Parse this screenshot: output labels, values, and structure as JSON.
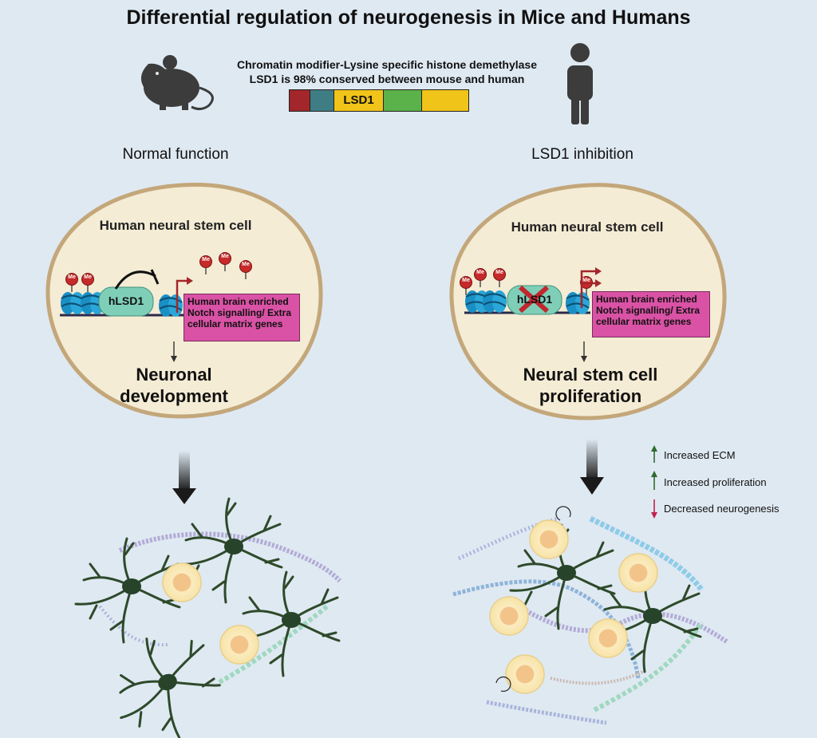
{
  "title": "Differential regulation of neurogenesis in Mice and Humans",
  "subtitle_line1": "Chromatin modifier-Lysine specific histone demethylase",
  "subtitle_line2": "LSD1 is 98% conserved between mouse and human",
  "domain_bar": {
    "label": "LSD1",
    "segments": [
      {
        "color": "#a3262a"
      },
      {
        "color": "#3e7d84"
      },
      {
        "color": "#f0c419",
        "label": true
      },
      {
        "color": "#5bb14a"
      },
      {
        "color": "#f0c419"
      }
    ]
  },
  "left": {
    "heading": "Normal function",
    "cell_title": "Human neural stem cell",
    "protein_label": "hLSD1",
    "methyl_label": "Me",
    "genes_line1": "Human brain enriched",
    "genes_line2": "Notch signalling/ Extra",
    "genes_line3": "cellular matrix genes",
    "outcome_line1": "Neuronal",
    "outcome_line2": "development"
  },
  "right": {
    "heading": "LSD1 inhibition",
    "cell_title": "Human neural stem cell",
    "protein_label": "hLSD1",
    "methyl_label": "Me",
    "genes_line1": "Human brain enriched",
    "genes_line2": "Notch signalling/ Extra",
    "genes_line3": "cellular matrix genes",
    "outcome_line1": "Neural stem cell",
    "outcome_line2": "proliferation"
  },
  "legend": [
    {
      "label": "Increased ECM",
      "direction": "up",
      "color": "#2e6b2e"
    },
    {
      "label": "Increased proliferation",
      "direction": "up",
      "color": "#2e6b2e"
    },
    {
      "label": "Decreased neurogenesis",
      "direction": "down",
      "color": "#c0234a"
    }
  ],
  "icons": {
    "mouse": "mouse-icon",
    "human": "human-icon",
    "neuron": "neuron-icon",
    "stem_cell": "stem-cell-icon",
    "nucleosome": "nucleosome-icon"
  },
  "colors": {
    "background": "#dfe9f2",
    "cell_fill": "#f4ecd4",
    "cell_border": "#c3a77a",
    "protein": "#7fcfb8",
    "methyl": "#c62a2a",
    "gene_box": "#d952a5",
    "neuron": "#2e4a2a",
    "stem_cell": "#f9e7b0"
  }
}
